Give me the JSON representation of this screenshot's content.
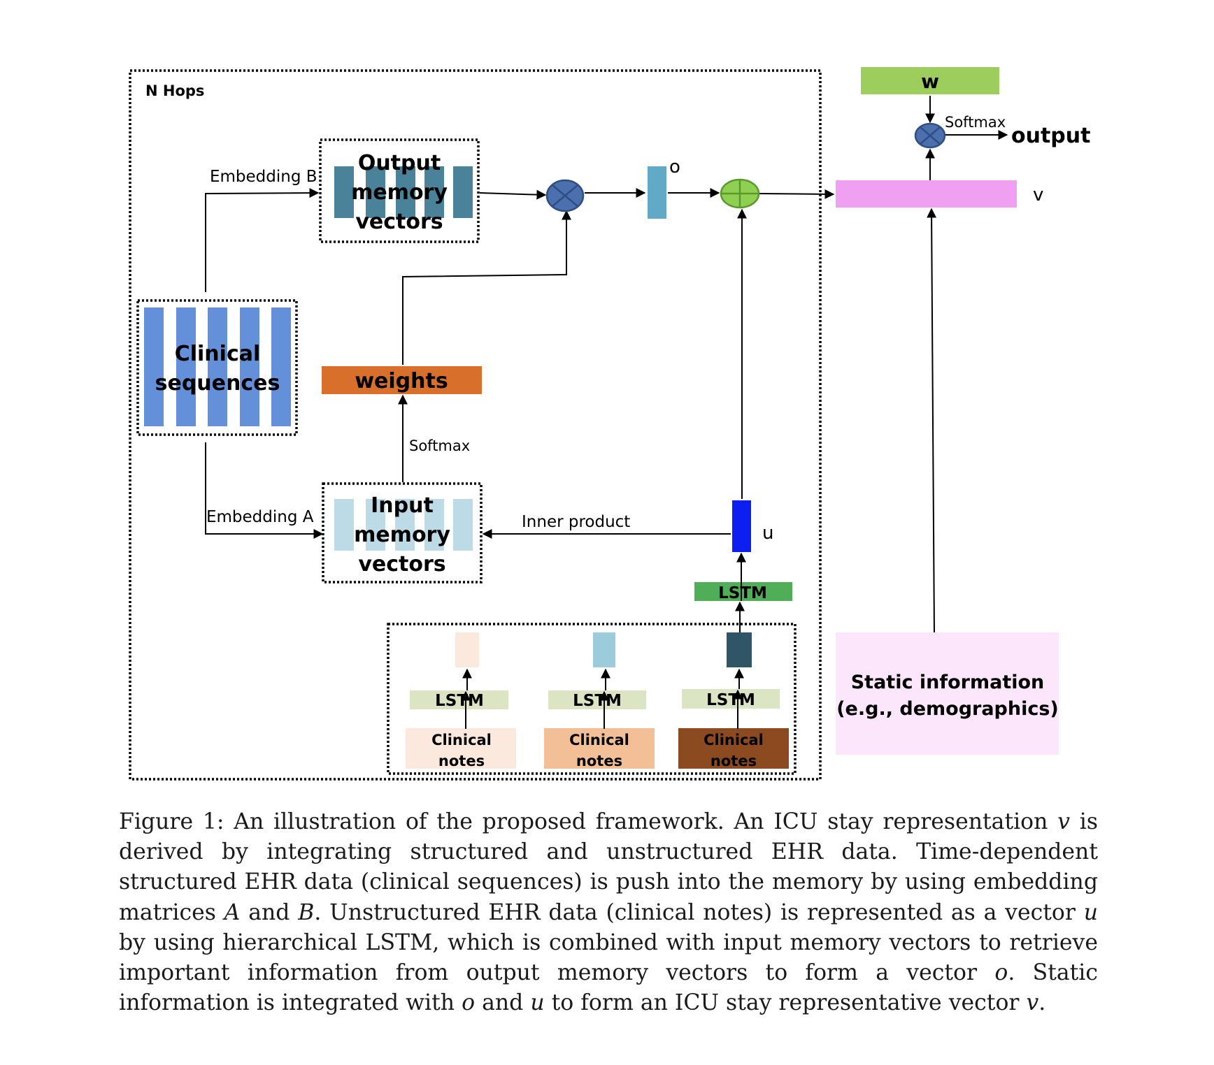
{
  "diagram": {
    "n_hops_label": "N Hops",
    "embedding_b_label": "Embedding B",
    "embedding_a_label": "Embedding A",
    "output_memory_label": [
      "Output",
      "memory",
      "vectors"
    ],
    "input_memory_label": [
      "Input",
      "memory",
      "vectors"
    ],
    "clinical_sequences_label": [
      "Clinical",
      "sequences"
    ],
    "weights_label": "weights",
    "softmax_label": "Softmax",
    "inner_product_label": "Inner product",
    "o_label": "o",
    "u_label": "u",
    "v_label": "v",
    "w_label": "w",
    "output_label": "output",
    "top_softmax_label": "Softmax",
    "lstm_label": "LSTM",
    "clinical_notes_label": [
      "Clinical",
      "notes"
    ],
    "static_info_label": [
      "Static information",
      "(e.g., demographics)"
    ],
    "colors": {
      "output_memory_bar": "#4a8399",
      "input_memory_bar": "#bddbe6",
      "clinical_seq_bar": "#6390d8",
      "weights": "#d8702b",
      "o_vector": "#62a9c7",
      "v_vector": "#f0a0f0",
      "w_vector": "#9dcd5c",
      "u_vector": "#0d1ff0",
      "lstm_top": "#51ae58",
      "lstm_small": "#dbe5c4",
      "note1": "#fbe9dd",
      "note2": "#f2bf96",
      "note3": "#8b4a1f",
      "static_box": "#fbe6fb",
      "multiply_circle": "#4b70ad",
      "add_circle": "#8fcf52"
    }
  },
  "caption": {
    "p1": "Figure 1: An illustration of the proposed framework. An ICU stay representation ",
    "v1": "v",
    "p2": " is derived by integrating structured and unstructured EHR data. Time-dependent structured EHR data (clinical sequences) is push into the memory by using embedding matrices ",
    "A": "A",
    "p3": " and ",
    "B": "B",
    "p4": ". Unstructured EHR data (clinical notes) is represented as a vector ",
    "u1": "u",
    "p5": " by using hierarchical LSTM, which is combined with input memory vectors to retrieve important information from output memory vectors to form a vector ",
    "o1": "o",
    "p6": ". Static information is integrated with ",
    "o2": "o",
    "p7": " and ",
    "u2": "u",
    "p8": " to form an ICU stay representative vector ",
    "v2": "v",
    "p9": "."
  }
}
